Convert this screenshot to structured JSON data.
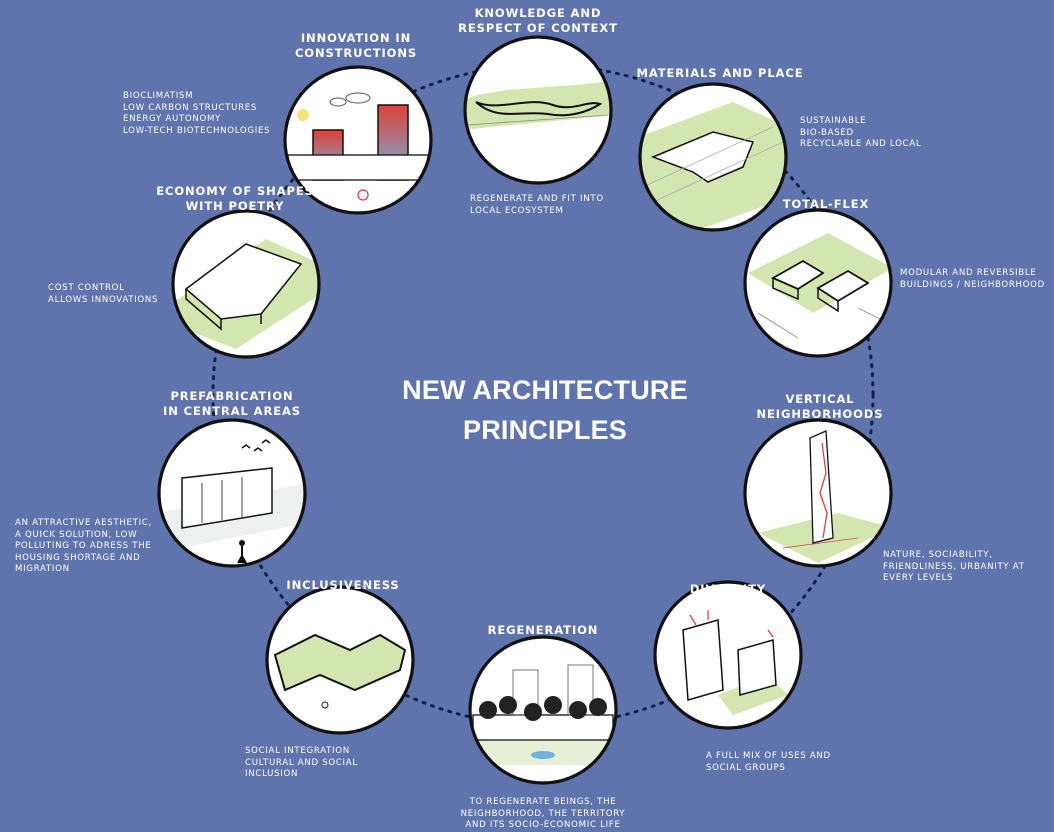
{
  "title": {
    "line1": "NEW ARCHITECTURE",
    "line2": "PRINCIPLES"
  },
  "principles": [
    {
      "heading": [
        "KNOWLEDGE AND",
        "RESPECT OF CONTEXT"
      ],
      "description": [
        "REGENERATE AND FIT INTO",
        "LOCAL ECOSYSTEM"
      ],
      "icon": "landscape-river-icon"
    },
    {
      "heading": [
        "MATERIALS AND PLACE"
      ],
      "description": [
        "SUSTAINABLE",
        "BIO-BASED",
        "RECYCLABLE AND LOCAL"
      ],
      "icon": "building-on-landscape-icon"
    },
    {
      "heading": [
        "TOTAL-FLEX"
      ],
      "description": [
        "MODULAR AND REVERSIBLE",
        "BUILDINGS / NEIGHBORHOOD"
      ],
      "icon": "modular-building-icon"
    },
    {
      "heading": [
        "VERTICAL",
        "NEIGHBORHOODS"
      ],
      "description": [
        "NATURE, SOCIABILITY,",
        "FRIENDLINESS, URBANITY AT",
        "EVERY LEVELS"
      ],
      "icon": "tower-icon"
    },
    {
      "heading": [
        "DIVERSITY"
      ],
      "description": [
        "A FULL MIX OF USES AND",
        "SOCIAL GROUPS"
      ],
      "icon": "mixed-buildings-icon"
    },
    {
      "heading": [
        "REGENERATION"
      ],
      "description": [
        "TO REGENERATE BEINGS, THE",
        "NEIGHBORHOOD, THE TERRITORY",
        "AND ITS SOCIO-ECONOMIC LIFE"
      ],
      "icon": "trees-regeneration-icon"
    },
    {
      "heading": [
        "INCLUSIVENESS"
      ],
      "description": [
        "SOCIAL INTEGRATION",
        "CULTURAL AND SOCIAL",
        "INCLUSION"
      ],
      "icon": "inclusive-building-icon"
    },
    {
      "heading": [
        "PREFABRICATION",
        "IN CENTRAL AREAS"
      ],
      "description": [
        "AN ATTRACTIVE AESTHETIC,",
        "A QUICK SOLUTION, LOW",
        "POLLUTING TO ADRESS THE",
        "HOUSING SHORTAGE AND",
        "MIGRATION"
      ],
      "icon": "prefab-building-icon"
    },
    {
      "heading": [
        "ECONOMY OF SHAPES",
        "WITH POETRY"
      ],
      "description": [
        "COST CONTROL",
        "ALLOWS INNOVATIONS"
      ],
      "icon": "roof-shape-icon"
    },
    {
      "heading": [
        "INNOVATION IN",
        "CONSTRUCTIONS"
      ],
      "description": [
        "BIOCLIMATISM",
        "LOW CARBON STRUCTURES",
        "ENERGY AUTONOMY",
        "LOW-TECH BIOTECHNOLOGIES"
      ],
      "icon": "bioclimatic-towers-icon"
    }
  ],
  "colors": {
    "background": "#5f73ad",
    "circle_fill": "#ffffff",
    "accent_green": "#d4e6b0",
    "ring_dots": "#10204a",
    "heat_red": "#e0403a",
    "heat_blue": "#6fb3e0"
  }
}
